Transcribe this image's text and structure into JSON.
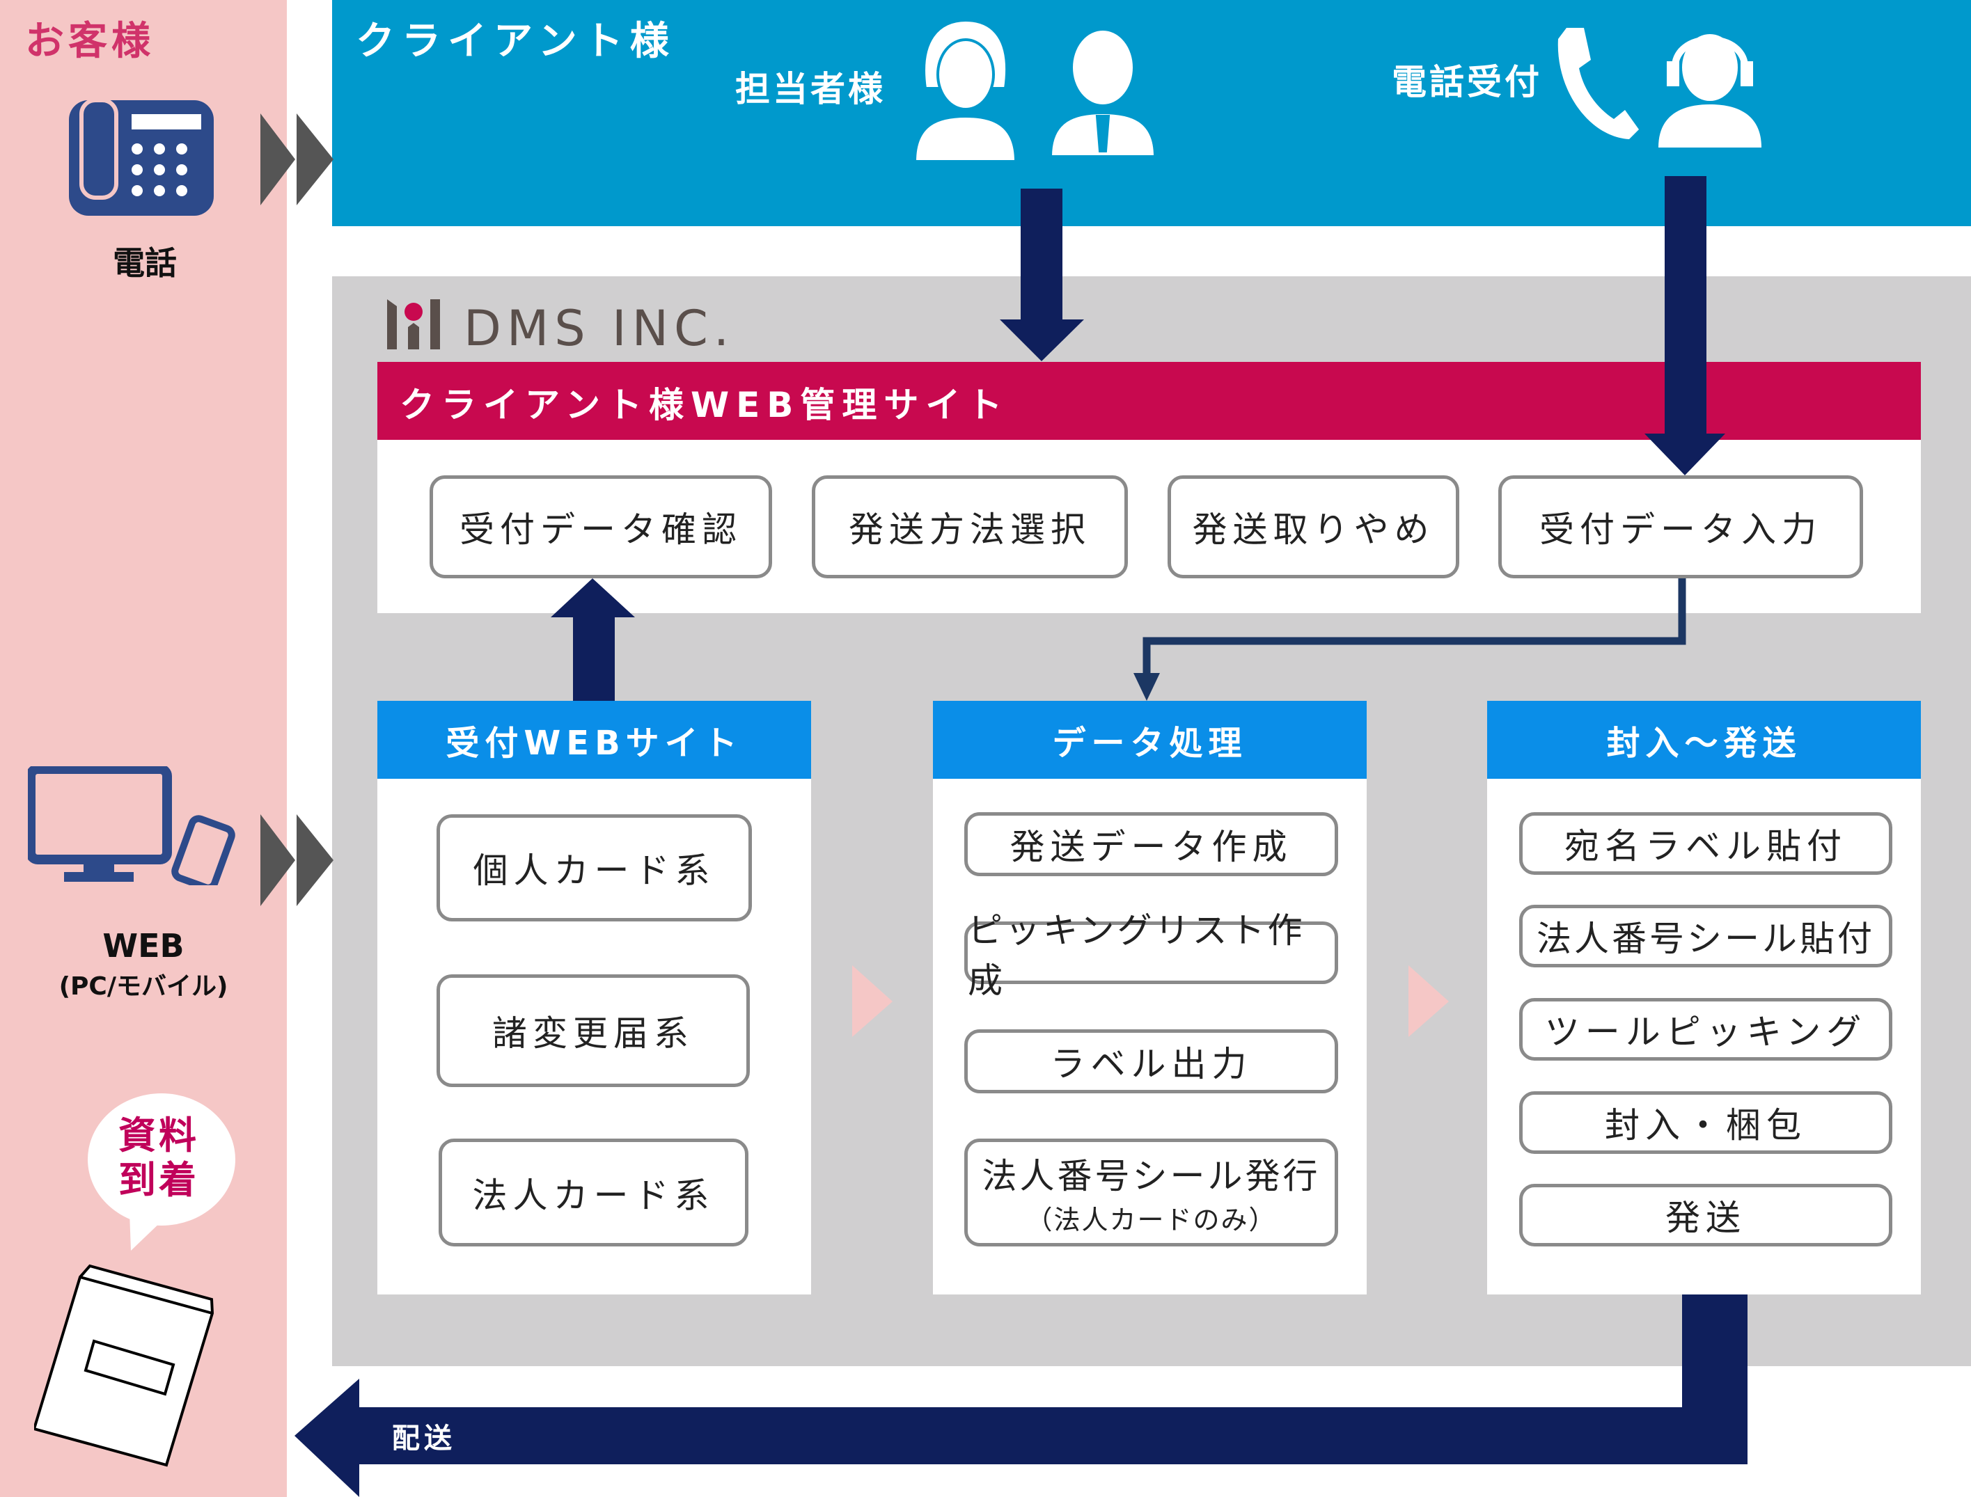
{
  "customer": {
    "title": "お客様",
    "phone_label": "電話",
    "web_label": "WEB",
    "web_sub": "(PC/モバイル)",
    "bubble_line1": "資料",
    "bubble_line2": "到着"
  },
  "client": {
    "title": "クライアント様",
    "staff_label": "担当者様",
    "phone_reception_label": "電話受付"
  },
  "company": {
    "logo_text": "DMS INC."
  },
  "web_admin": {
    "title": "クライアント様WEB管理サイト",
    "buttons": [
      "受付データ確認",
      "発送方法選択",
      "発送取りやめ",
      "受付データ入力"
    ]
  },
  "columns": [
    {
      "title": "受付WEBサイト",
      "items": [
        "個人カード系",
        "諸変更届系",
        "法人カード系"
      ]
    },
    {
      "title": "データ処理",
      "items": [
        "発送データ作成",
        "ピッキングリスト作成",
        "ラベル出力",
        "法人番号シール発行"
      ],
      "note": "（法人カードのみ）"
    },
    {
      "title": "封入～発送",
      "items": [
        "宛名ラベル貼付",
        "法人番号シール貼付",
        "ツールピッキング",
        "封入・梱包",
        "発送"
      ]
    }
  ],
  "delivery": {
    "label": "配送"
  },
  "colors": {
    "pink": "#f5c7c6",
    "blue": "#0099cc",
    "magenta": "#c8094f",
    "navy": "#0f1f5c",
    "header_blue": "#0a8ee8",
    "gray": "#d0cfd0"
  }
}
